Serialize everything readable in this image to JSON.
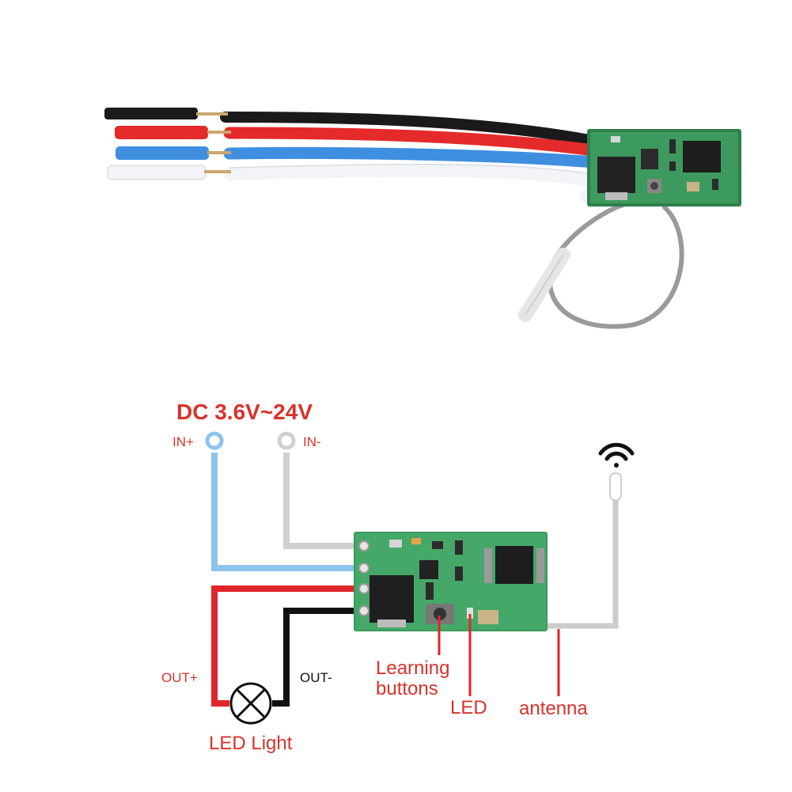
{
  "diagram": {
    "power_label": "DC 3.6V~24V",
    "in_plus": "IN+",
    "in_minus": "IN-",
    "out_plus": "OUT+",
    "out_minus": "OUT-",
    "led_light": "LED Light",
    "learning_line1": "Learning",
    "learning_line2": "buttons",
    "led": "LED",
    "antenna": "antenna"
  },
  "colors": {
    "accent_red": "#d8322a",
    "wire_red": "#e0262a",
    "wire_blue": "#8cc4ee",
    "wire_gray": "#d0d0d0",
    "wire_black": "#111111",
    "pcb_green": "#3c9a5c"
  }
}
